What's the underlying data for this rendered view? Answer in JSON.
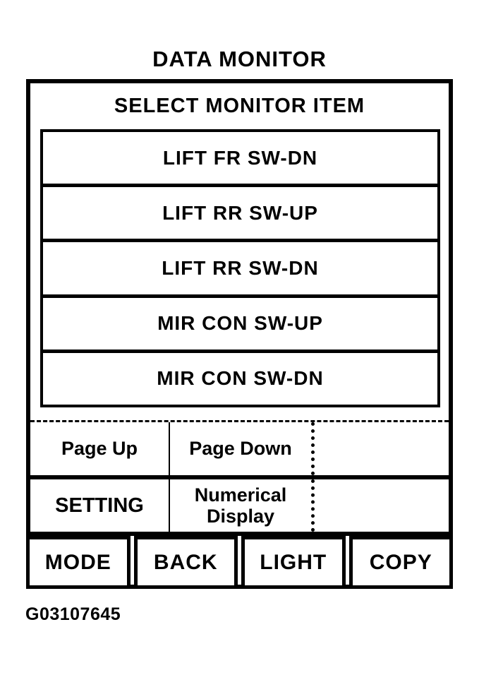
{
  "page": {
    "title": "DATA MONITOR",
    "figure_id": "G03107645"
  },
  "panel": {
    "header": "SELECT MONITOR ITEM",
    "monitor_items": [
      "LIFT FR SW-DN",
      "LIFT RR SW-UP",
      "LIFT RR SW-DN",
      "MIR CON SW-UP",
      "MIR CON SW-DN"
    ],
    "soft_keys": {
      "page_up": "Page Up",
      "page_down": "Page Down",
      "setting": "SETTING",
      "numerical_display": {
        "line1": "Numerical",
        "line2": "Display"
      },
      "mode": "MODE",
      "back": "BACK",
      "light": "LIGHT",
      "copy": "COPY"
    }
  },
  "colors": {
    "foreground": "#000000",
    "background": "#ffffff"
  }
}
